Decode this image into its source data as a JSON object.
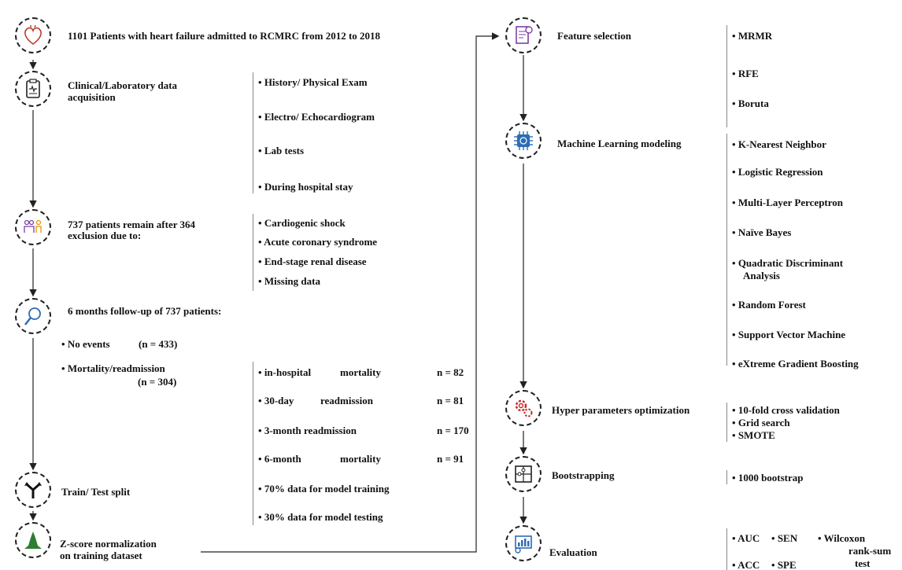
{
  "left": {
    "step1": {
      "title": "1101 Patients with heart failure admitted to RCMRC from 2012 to 2018"
    },
    "step2": {
      "title_line1": "Clinical/Laboratory data",
      "title_line2": "acquisition",
      "items": [
        "History/ Physical Exam",
        "Electro/ Echocardiogram",
        "Lab tests",
        "During hospital stay"
      ]
    },
    "step3": {
      "title_line1": "737 patients remain after 364",
      "title_line2": "exclusion due to:",
      "items": [
        "Cardiogenic shock",
        "Acute coronary syndrome",
        "End-stage renal disease",
        "Missing data"
      ]
    },
    "step4": {
      "title": "6 months follow-up of 737 patients:",
      "no_events": "No events",
      "no_events_n": "(n = 433)",
      "mortality": "Mortality/readmission",
      "mortality_n": "(n = 304)",
      "outcomes": [
        {
          "a": "in-hospital",
          "b": "mortality",
          "n": "n = 82"
        },
        {
          "a": "30-day",
          "b": "readmission",
          "n": "n = 81"
        },
        {
          "a": "3-month readmission",
          "b": "",
          "n": "n = 170"
        },
        {
          "a": "6-month",
          "b": "mortality",
          "n": "n = 91"
        }
      ]
    },
    "step5": {
      "title": "Train/ Test split",
      "items": [
        "70% data for model training",
        "30% data for model testing"
      ]
    },
    "step6": {
      "title_line1": "Z-score normalization",
      "title_line2": "on training dataset"
    }
  },
  "right": {
    "feature": {
      "title": "Feature selection",
      "items": [
        "MRMR",
        "RFE",
        "Boruta"
      ]
    },
    "ml": {
      "title": "Machine Learning modeling",
      "items": [
        "K-Nearest Neighbor",
        "Logistic Regression",
        "Multi-Layer Perceptron",
        "Naïve Bayes",
        "Quadratic Discriminant",
        "Random Forest",
        "Support Vector Machine",
        "eXtreme Gradient Boosting"
      ],
      "qda_line2": "Analysis"
    },
    "hyper": {
      "title": "Hyper parameters optimization",
      "items": [
        "10-fold cross validation",
        "Grid search",
        "SMOTE"
      ]
    },
    "boot": {
      "title": "Bootstrapping",
      "items": [
        "1000 bootstrap"
      ]
    },
    "eval": {
      "title": "Evaluation",
      "metrics": [
        "AUC",
        "SEN",
        "ACC",
        "SPE"
      ],
      "test_line1": "Wilcoxon",
      "test_line2": "rank-sum",
      "test_line3": "test"
    }
  },
  "colors": {
    "heart": "#c0392b",
    "blue": "#2d6cb5",
    "purple": "#7b3fa8",
    "green": "#2e7d32",
    "red": "#c62828"
  }
}
